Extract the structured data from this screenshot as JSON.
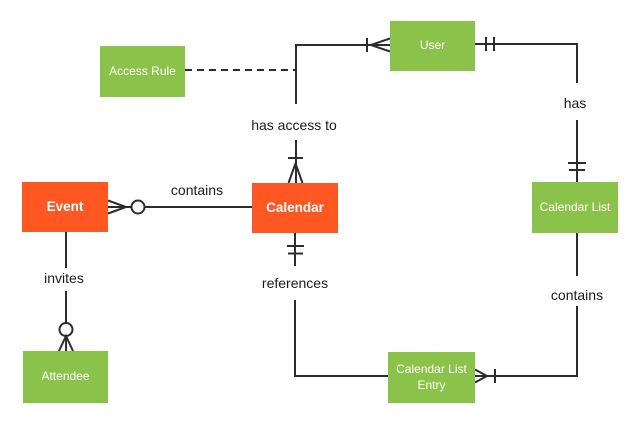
{
  "diagram": {
    "type": "entity-relationship-diagram",
    "colors": {
      "entity_green": "#8BC34A",
      "entity_orange": "#FF5722",
      "line": "#2d2d2d",
      "label_text": "#1b1b1b",
      "entity_text": "#ffffff"
    },
    "entities": [
      {
        "id": "user",
        "label": "User",
        "color": "green"
      },
      {
        "id": "access-rule",
        "label": "Access Rule",
        "color": "green"
      },
      {
        "id": "event",
        "label": "Event",
        "color": "orange"
      },
      {
        "id": "calendar",
        "label": "Calendar",
        "color": "orange"
      },
      {
        "id": "calendar-list",
        "label": "Calendar List",
        "color": "green"
      },
      {
        "id": "attendee",
        "label": "Attendee",
        "color": "green"
      },
      {
        "id": "calendar-list-entry",
        "label": "Calendar List Entry",
        "color": "green"
      }
    ],
    "relationships": [
      {
        "id": "has-access-to",
        "label": "has access to",
        "from": "User",
        "to": "Calendar",
        "from_cardinality": "one-or-many",
        "to_cardinality": "one-or-many",
        "style": "solid"
      },
      {
        "id": "has",
        "label": "has",
        "from": "User",
        "to": "Calendar List",
        "from_cardinality": "one-and-only-one",
        "to_cardinality": "one-and-only-one",
        "style": "solid"
      },
      {
        "id": "contains-event",
        "label": "contains",
        "from": "Event",
        "to": "Calendar",
        "from_cardinality": "zero-or-many",
        "to_cardinality": "none",
        "style": "solid"
      },
      {
        "id": "invites",
        "label": "invites",
        "from": "Event",
        "to": "Attendee",
        "from_cardinality": "none",
        "to_cardinality": "zero-or-many",
        "style": "solid"
      },
      {
        "id": "references",
        "label": "references",
        "from": "Calendar",
        "to": "Calendar List Entry",
        "from_cardinality": "one-and-only-one",
        "to_cardinality": "none",
        "style": "solid"
      },
      {
        "id": "contains-list",
        "label": "contains",
        "from": "Calendar List",
        "to": "Calendar List Entry",
        "from_cardinality": "none",
        "to_cardinality": "one-or-many",
        "style": "solid"
      },
      {
        "id": "access-rule-link",
        "label": "",
        "from": "Access Rule",
        "to": "has-access-to relationship",
        "from_cardinality": "none",
        "to_cardinality": "none",
        "style": "dashed"
      }
    ]
  }
}
